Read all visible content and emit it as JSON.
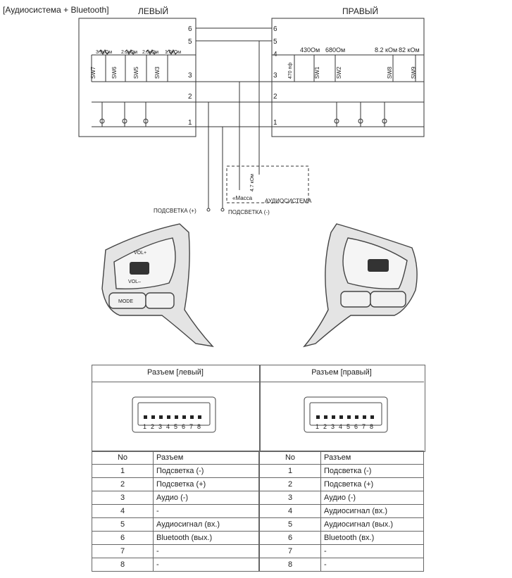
{
  "schematic": {
    "title": "[Аудиосистема + Bluetooth]",
    "left_label": "ЛЕВЫЙ",
    "right_label": "ПРАВЫЙ",
    "left_pins": [
      "6",
      "5",
      "3",
      "2",
      "1"
    ],
    "right_pins": [
      "6",
      "5",
      "4",
      "3",
      "2",
      "1"
    ],
    "left_resistors": [
      "3.9кОм",
      "2.2кОм",
      "2.5кОм",
      "1.0кОм"
    ],
    "left_switches": [
      "SW7",
      "SW6",
      "SW5",
      "SW3"
    ],
    "right_resistors": [
      "430Ом",
      "680Ом",
      "8.2 кОм",
      "82 кОм"
    ],
    "right_switches": [
      "SW1",
      "SW2",
      "SW8",
      "SW9"
    ],
    "cap_label": "470 пф",
    "audio_res_label": "4.7 кОм",
    "ground_label": "«Масса",
    "audio_label": "АУДИОСИСТЕМА",
    "backlight_plus": "ПОДСВЕТКА (+)",
    "backlight_minus": "ПОДСВЕТКА (-)"
  },
  "wheel_left": {
    "vol_up": "VOL+",
    "vol_down": "VOL–",
    "mode": "MODE"
  },
  "connectors": {
    "left_header": "Разъем [левый]",
    "right_header": "Разъем [правый]",
    "pins": [
      "1",
      "2",
      "3",
      "4",
      "5",
      "6",
      "7",
      "8"
    ]
  },
  "table": {
    "col_no": "No",
    "col_name": "Разъем",
    "left_rows": [
      [
        "1",
        "Подсветка (-)"
      ],
      [
        "2",
        "Подсветка (+)"
      ],
      [
        "3",
        "Аудио (-)"
      ],
      [
        "4",
        "-"
      ],
      [
        "5",
        "Аудиосигнал (вх.)"
      ],
      [
        "6",
        "Bluetooth (вых.)"
      ],
      [
        "7",
        "-"
      ],
      [
        "8",
        "-"
      ]
    ],
    "right_rows": [
      [
        "1",
        "Подсветка (-)"
      ],
      [
        "2",
        "Подсветка (+)"
      ],
      [
        "3",
        "Аудио (-)"
      ],
      [
        "4",
        "Аудиосигнал (вх.)"
      ],
      [
        "5",
        "Аудиосигнал (вых.)"
      ],
      [
        "6",
        "Bluetooth (вх.)"
      ],
      [
        "7",
        "-"
      ],
      [
        "8",
        "-"
      ]
    ]
  }
}
